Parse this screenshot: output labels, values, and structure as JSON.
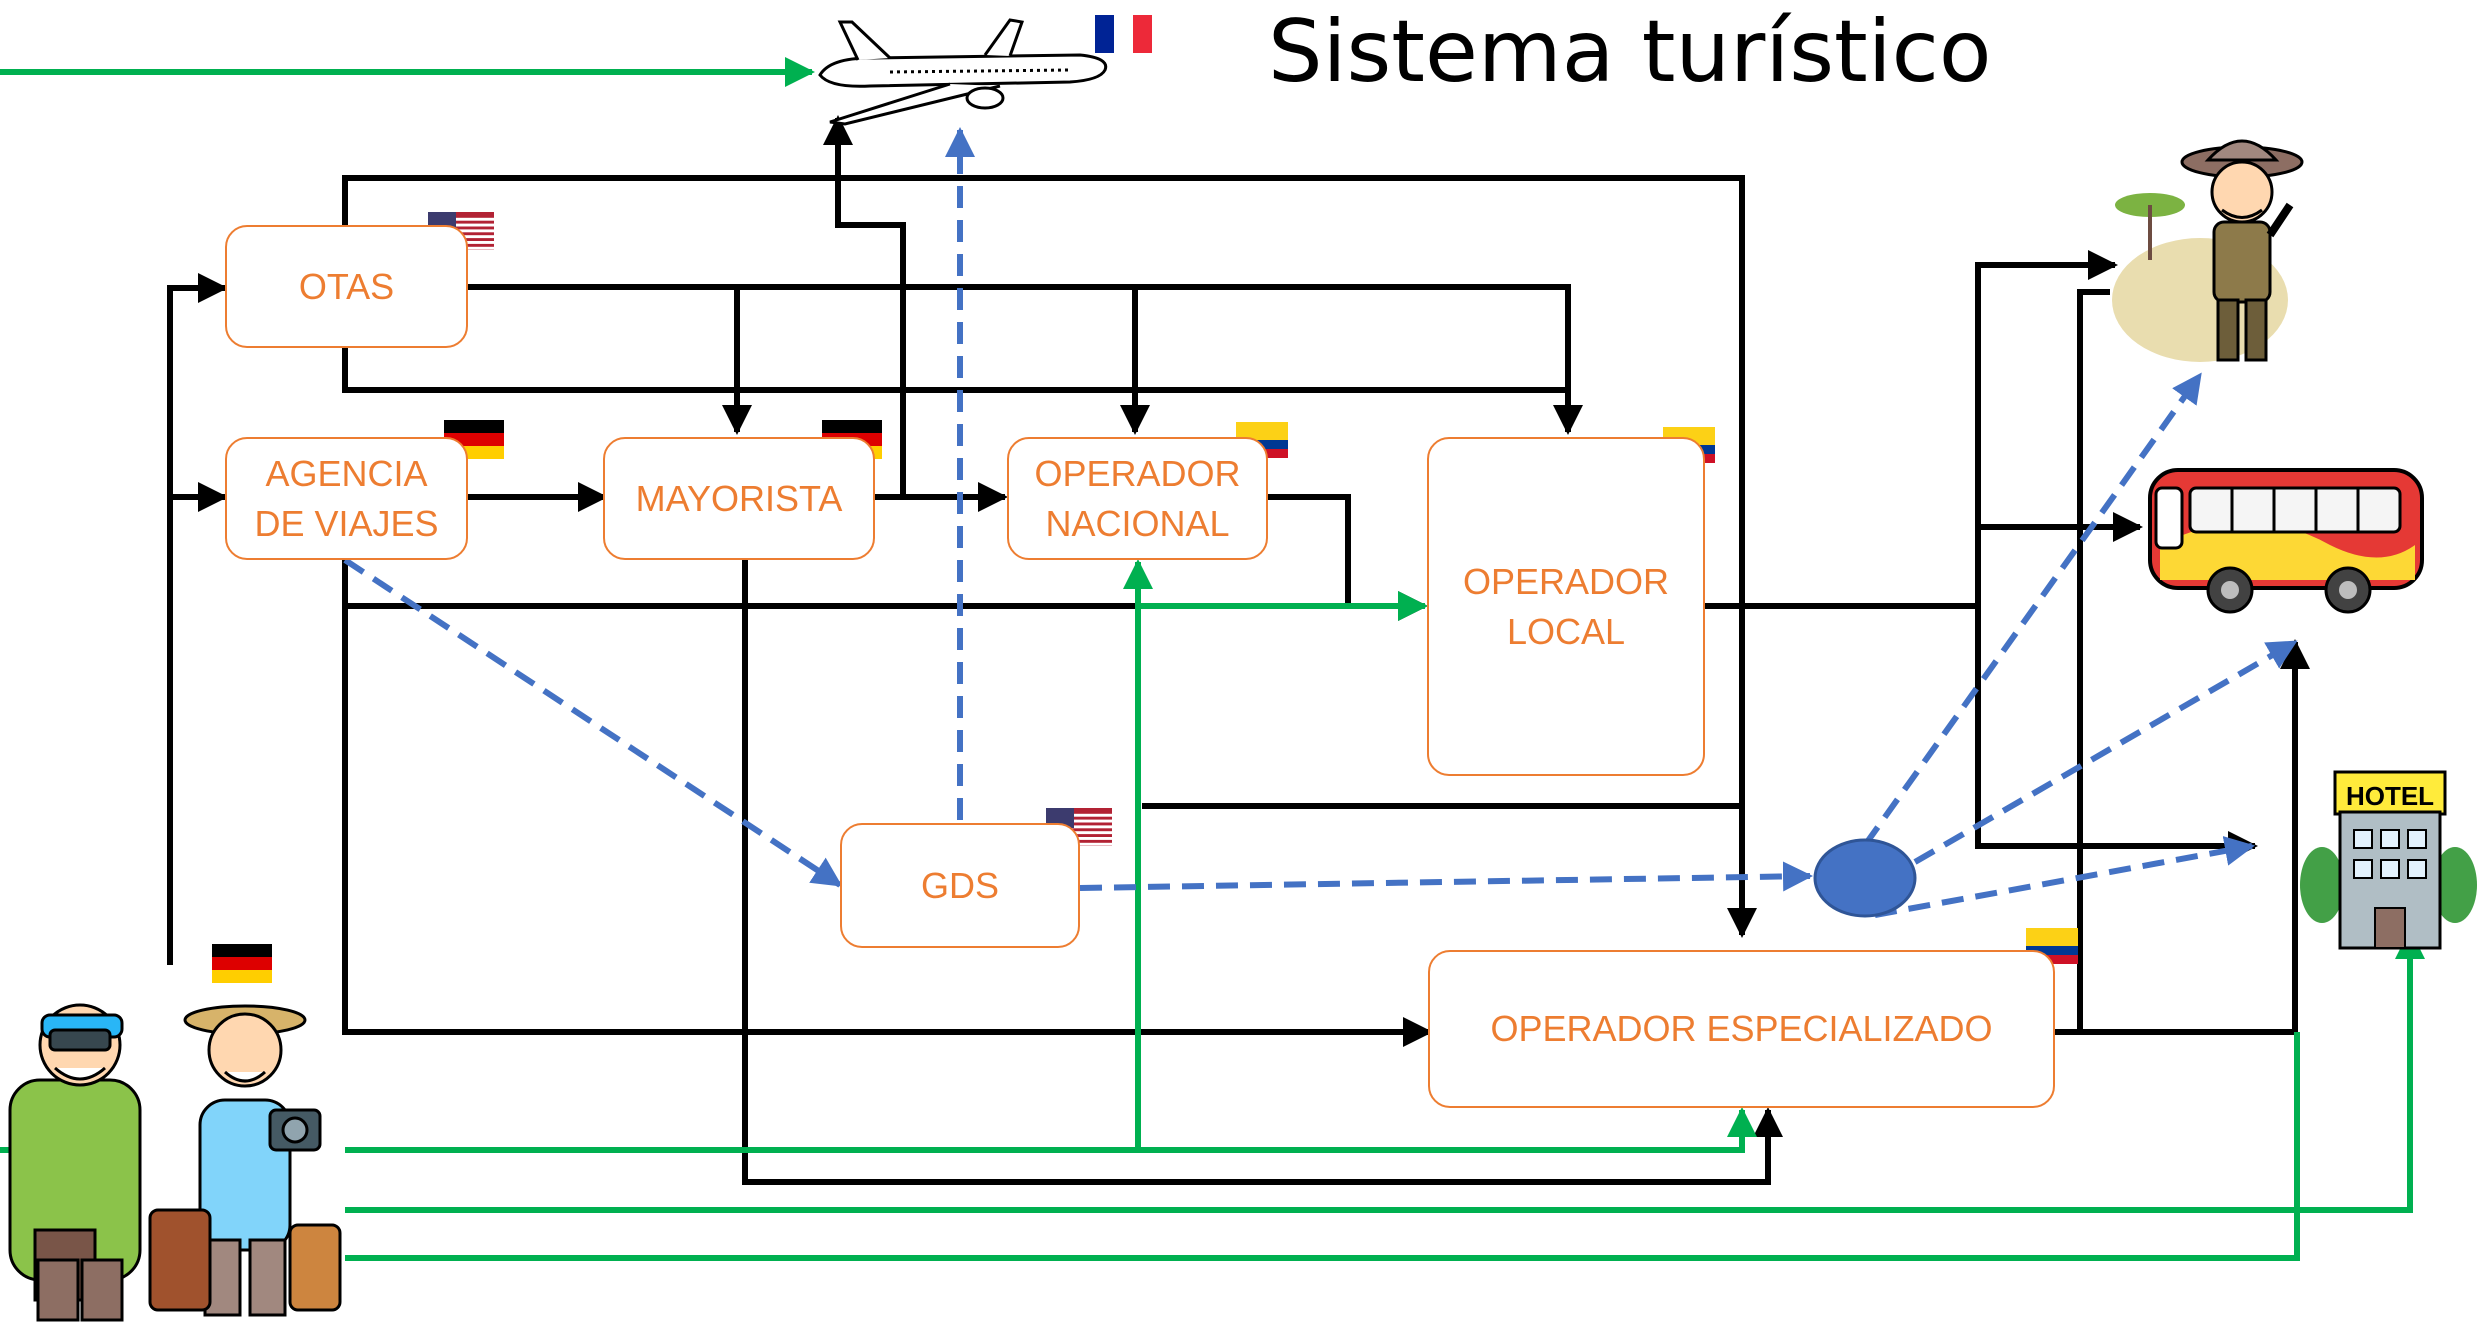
{
  "title": "Sistema turístico",
  "nodes": {
    "otas": "OTAS",
    "agencia": "AGENCIA\nDE  VIAJES",
    "mayorista": "MAYORISTA",
    "operador_nacional": "OPERADOR\nNACIONAL",
    "operador_local": "OPERADOR\nLOCAL",
    "gds": "GDS",
    "operador_especializado": "OPERADOR ESPECIALIZADO"
  },
  "colors": {
    "box_border": "#ED7D31",
    "box_text": "#ED7D31",
    "arrow_black": "#000000",
    "arrow_green": "#00B050",
    "arrow_blue_dashed": "#4472C4"
  },
  "hotel_sign": "HOTEL",
  "icons": [
    "airplane-icon",
    "tourists-icon",
    "guide-icon",
    "bus-icon",
    "hotel-icon",
    "flag-usa-icon",
    "flag-germany-icon",
    "flag-colombia-icon",
    "flag-france-icon"
  ]
}
